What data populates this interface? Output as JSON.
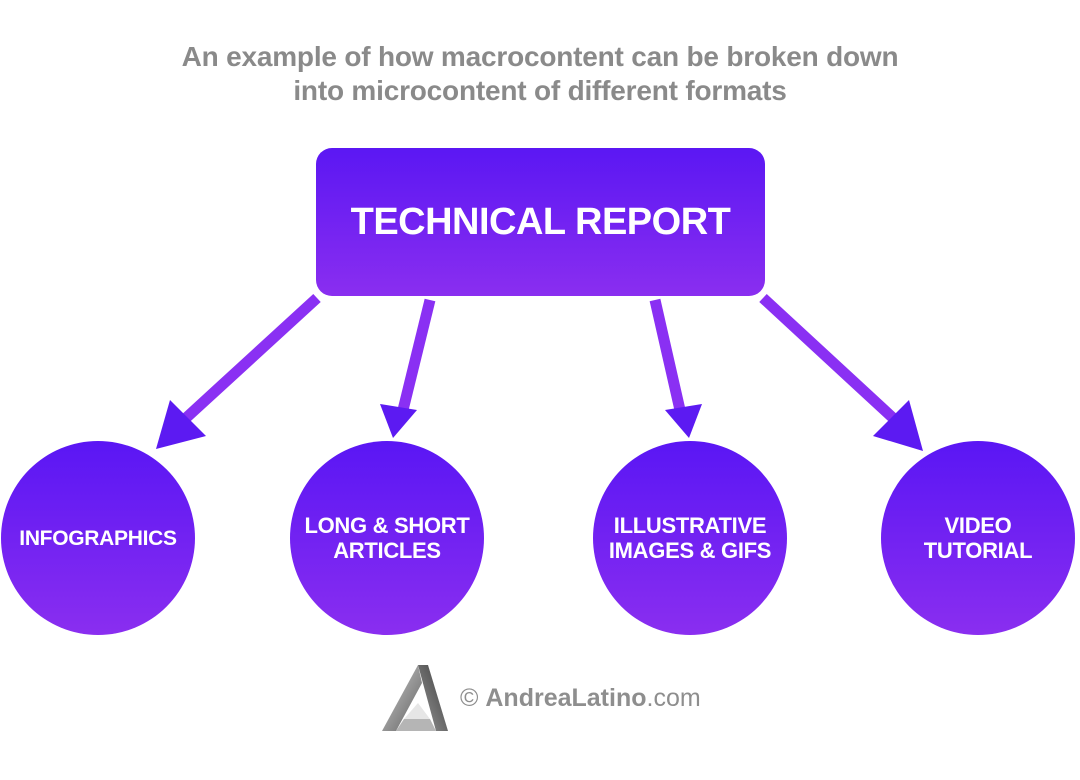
{
  "subtitle": {
    "line1": "An example of how macrocontent can be broken down",
    "line2": "into microcontent of different formats"
  },
  "root": {
    "label": "TECHNICAL REPORT"
  },
  "nodes": [
    {
      "lines": [
        "INFOGRAPHICS"
      ]
    },
    {
      "lines": [
        "LONG & SHORT",
        "ARTICLES"
      ]
    },
    {
      "lines": [
        "ILLUSTRATIVE",
        "IMAGES & GIFS"
      ]
    },
    {
      "lines": [
        "VIDEO",
        "TUTORIAL"
      ]
    }
  ],
  "footer": {
    "copyright": "©",
    "brand": "AndreaLatino",
    "domain": ".com",
    "logo_icon": "andrealatino-logo-icon"
  },
  "colors": {
    "gradient_top": "#5b17f3",
    "gradient_bottom": "#8a2ef0",
    "arrow": "#7a2cf5",
    "subtitle_text": "#8a8a8a"
  }
}
